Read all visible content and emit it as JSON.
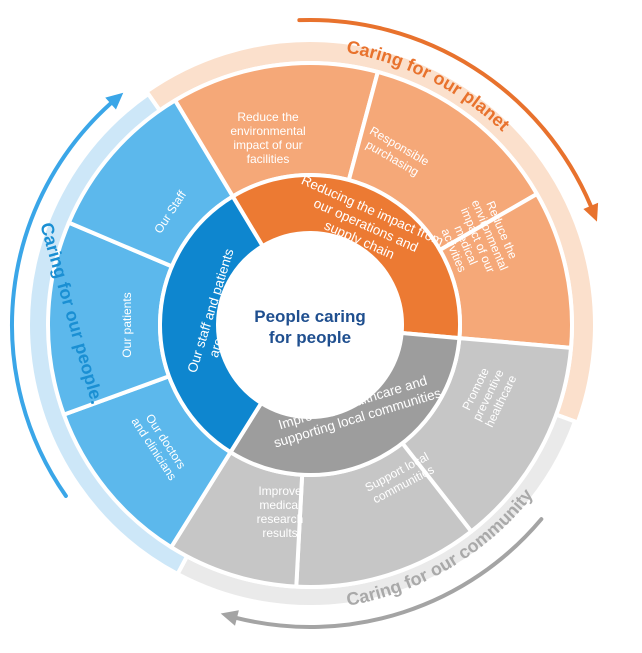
{
  "center": {
    "line1": "People caring",
    "line2": "for people"
  },
  "outer_labels": {
    "planet": "Caring for our planet",
    "people": "Caring for our people.",
    "community": "Caring for our community"
  },
  "inner": {
    "planet": [
      "Reducing the impact from",
      "our operations and",
      "supply chain"
    ],
    "people": [
      "Our staff and  patients",
      "are our priority"
    ],
    "community": [
      "Improving Healthcare  and",
      "supporting local communities"
    ]
  },
  "planet_items": [
    {
      "lines": [
        "Reduce the",
        "environmental",
        "impact of our",
        "facilities"
      ]
    },
    {
      "lines": [
        "Responsible",
        "purchasing"
      ]
    },
    {
      "lines": [
        "Reduce the",
        "environmental",
        "impact of our",
        "medical",
        "activities"
      ]
    }
  ],
  "people_items": [
    {
      "lines": [
        "Our Staff"
      ]
    },
    {
      "lines": [
        "Our patients"
      ]
    },
    {
      "lines": [
        "Our doctors",
        "and clinicians"
      ]
    }
  ],
  "community_items": [
    {
      "lines": [
        "Promote",
        "preventive",
        "healthcare"
      ]
    },
    {
      "lines": [
        "Support  local",
        "communities"
      ]
    },
    {
      "lines": [
        "Improve",
        "medical",
        "research",
        "results"
      ]
    }
  ],
  "colors": {
    "planet_outer": "#fbe0cc",
    "planet_mid": "#f5a878",
    "planet_inner": "#ec7a33",
    "planet_label": "#e8722d",
    "people_outer": "#cde7f8",
    "people_mid": "#5cb8ec",
    "people_inner": "#0e86cf",
    "people_label": "#1a8fd3",
    "community_outer": "#eaeaea",
    "community_mid": "#c6c6c6",
    "community_inner": "#9d9d9d",
    "community_label": "#a9a9a9",
    "center_text": "#1f4f8f",
    "arrow_orange": "#e8722d",
    "arrow_blue": "#3aa6e8",
    "arrow_gray": "#a4a4a4"
  }
}
